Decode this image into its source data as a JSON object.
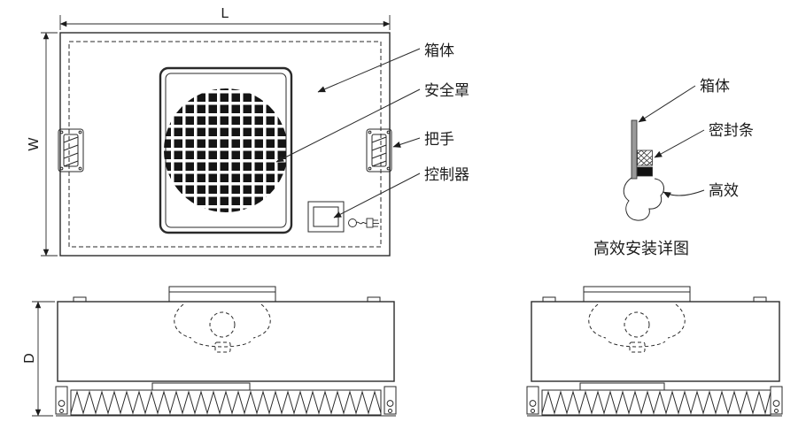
{
  "plan_view": {
    "dim_length": "L",
    "dim_width": "W",
    "callout_cabinet": "箱体",
    "callout_safety_cover": "安全罩",
    "callout_handle": "把手",
    "callout_controller": "控制器"
  },
  "detail_view": {
    "callout_cabinet": "箱体",
    "callout_seal_strip": "密封条",
    "callout_hepa": "高效",
    "caption": "高效安装详图"
  },
  "elevation_view": {
    "dim_depth": "D"
  },
  "colors": {
    "line": "#2a2a2a",
    "background": "#ffffff"
  }
}
